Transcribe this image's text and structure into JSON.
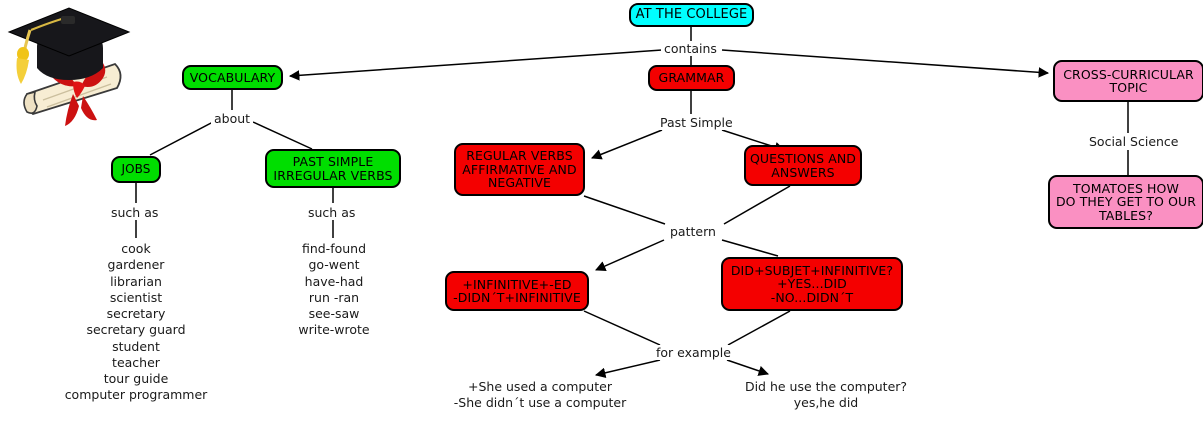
{
  "title": "AT THE COLLEGE concept map",
  "colors": {
    "root": "#00ffff",
    "vocabulary": "#00de00",
    "grammar": "#f40000",
    "cross_curricular": "#fa90c2",
    "line": "#000000",
    "text": "#000000"
  },
  "logo": {
    "name": "graduation-cap-diploma",
    "cap_color": "#111111",
    "tassel_color": "#f0c419",
    "ribbon_color": "#cc1111",
    "scroll_color": "#f7edd3"
  },
  "nodes": {
    "root": {
      "label": "AT THE COLLEGE",
      "color": "#00ffff"
    },
    "vocabulary": {
      "label": "VOCABULARY",
      "color": "#00de00"
    },
    "grammar": {
      "label": "GRAMMAR",
      "color": "#f40000"
    },
    "cross_curricular": {
      "label": "CROSS-CURRICULAR\nTOPIC",
      "color": "#fa90c2"
    },
    "jobs": {
      "label": "JOBS",
      "color": "#00de00"
    },
    "irregular_verbs": {
      "label": "PAST SIMPLE\nIRREGULAR VERBS",
      "color": "#00de00"
    },
    "regular_verbs": {
      "label": "REGULAR VERBS\nAFFIRMATIVE AND\nNEGATIVE",
      "color": "#f40000"
    },
    "questions_answers": {
      "label": "QUESTIONS AND\nANSWERS",
      "color": "#f40000"
    },
    "affirmative_pattern": {
      "label": "+INFINITIVE+-ED\n-DIDN´T+INFINITIVE",
      "color": "#f40000"
    },
    "question_pattern": {
      "label": "DID+SUBJET+INFINITIVE?\n+YES...DID\n-NO...DIDN´T",
      "color": "#f40000"
    },
    "tomatoes": {
      "label": "TOMATOES HOW\nDO THEY GET TO OUR\nTABLES?",
      "color": "#fa90c2"
    }
  },
  "link_labels": {
    "contains": "contains",
    "about": "about",
    "such_as_jobs": "such as",
    "such_as_verbs": "such as",
    "past_simple": "Past Simple",
    "pattern": "pattern",
    "for_example": "for example",
    "social_science": "Social Science"
  },
  "lists": {
    "jobs": "cook\ngardener\nlibrarian\nscientist\nsecretary\nsecretary guard\nstudent\nteacher\ntour guide\ncomputer programmer",
    "irregular_verbs": "find-found\ngo-went\nhave-had\nrun -ran\nsee-saw\nwrite-wrote",
    "example_affirmative": "+She used a computer\n-She didn´t use a computer",
    "example_question": "Did he use the computer?\nyes,he did"
  }
}
